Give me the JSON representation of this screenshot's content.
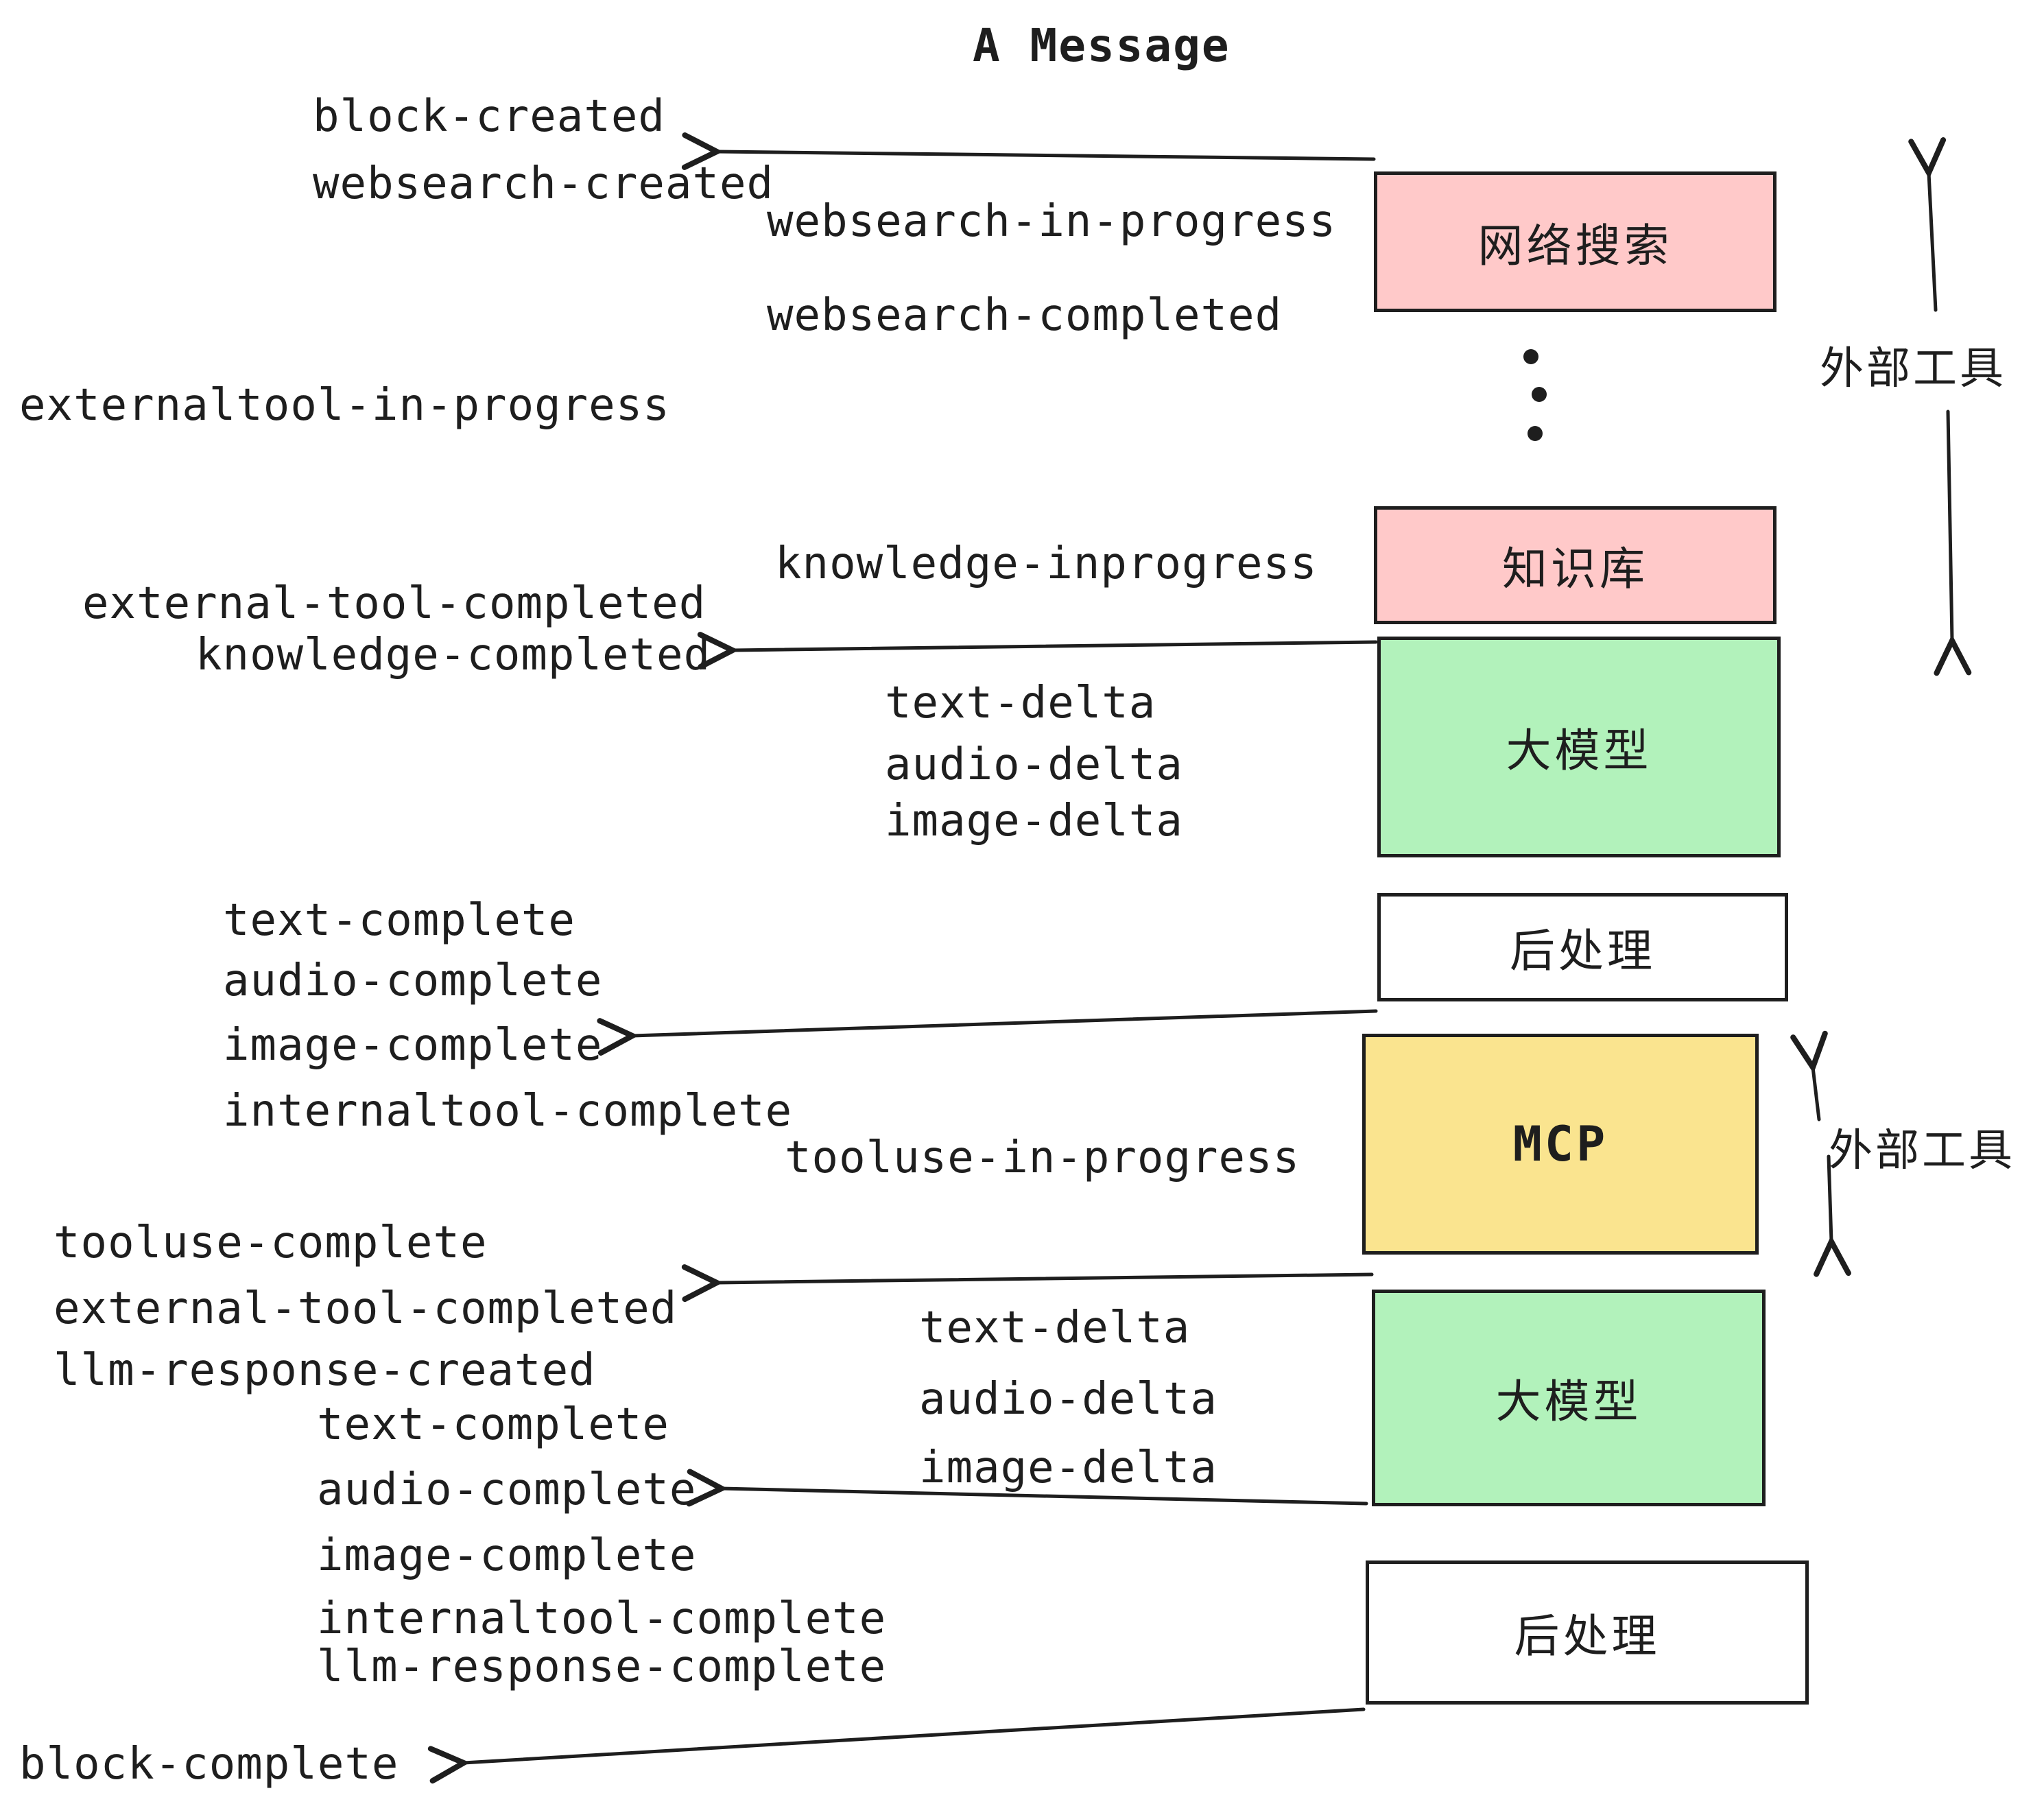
{
  "title": "A Message",
  "colors": {
    "ink": "#1e1e1e",
    "pink": "#ffc9c9",
    "green": "#b2f2bb",
    "yellow": "#fae48f",
    "white": "#ffffff"
  },
  "boxes": [
    {
      "id": "websearch",
      "label": "网络搜索",
      "color": "#ffc9c9"
    },
    {
      "id": "knowledge",
      "label": "知识库",
      "color": "#ffc9c9"
    },
    {
      "id": "llm1",
      "label": "大模型",
      "color": "#b2f2bb"
    },
    {
      "id": "post1",
      "label": "后处理",
      "color": "#ffffff"
    },
    {
      "id": "mcp",
      "label": "MCP",
      "color": "#fae48f"
    },
    {
      "id": "llm2",
      "label": "大模型",
      "color": "#b2f2bb"
    },
    {
      "id": "post2",
      "label": "后处理",
      "color": "#ffffff"
    }
  ],
  "side_labels": [
    {
      "label": "外部工具"
    },
    {
      "label": "外部工具"
    }
  ],
  "events": [
    "block-created",
    "websearch-created",
    "websearch-in-progress",
    "websearch-completed",
    "externaltool-in-progress",
    "knowledge-inprogress",
    "external-tool-completed",
    "knowledge-completed",
    "text-delta",
    "audio-delta",
    "image-delta",
    "text-complete",
    "audio-complete",
    "image-complete",
    "internaltool-complete",
    "tooluse-in-progress",
    "tooluse-complete",
    "external-tool-completed",
    "llm-response-created",
    "text-delta",
    "audio-delta",
    "image-delta",
    "text-complete",
    "audio-complete",
    "image-complete",
    "internaltool-complete",
    "llm-response-complete",
    "block-complete"
  ]
}
